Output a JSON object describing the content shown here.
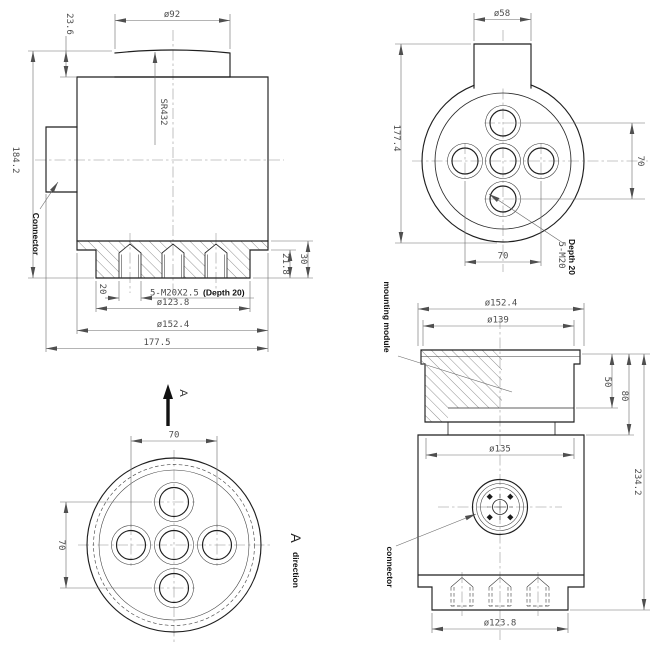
{
  "front_view": {
    "cap_diameter": "ø92",
    "cap_height": "23.6",
    "total_height": "184.2",
    "sphere_radius": "SR432",
    "connector_label": "Connector",
    "thread_width": "20",
    "thread_spec": "5-M20X2.5",
    "thread_depth": "(Depth 20)",
    "bolt_circle_diameter": "ø123.8",
    "flange_diameter": "ø152.4",
    "overall_width": "177.5",
    "step_height": "21.8",
    "flange_height": "30"
  },
  "top_view": {
    "stub_diameter": "ø58",
    "overall_height": "177.4",
    "hole_spacing_vertical": "70",
    "hole_spacing_horizontal": "70",
    "thread_label": "5-M20",
    "thread_depth_label": "Depth 20"
  },
  "bottom_view": {
    "hole_spacing_horizontal": "70",
    "hole_spacing_vertical": "70",
    "view_arrow_letter": "A",
    "direction_letter": "A",
    "direction_word": "direction"
  },
  "mounted_view": {
    "outer_diameter": "ø152.4",
    "module_diameter": "ø139",
    "module_label": "mounting module",
    "step_depth": "50",
    "module_height": "80",
    "body_diameter": "ø135",
    "overall_height": "234.2",
    "connector_label": "connector",
    "base_diameter": "ø123.8"
  }
}
